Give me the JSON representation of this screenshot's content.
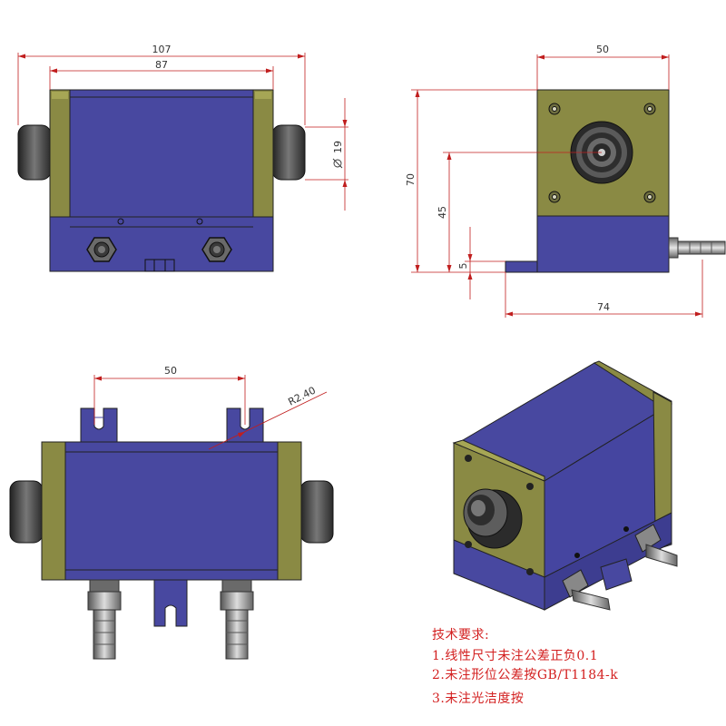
{
  "colors": {
    "body_blue": "#4848a0",
    "body_blue_dark": "#3a3a8a",
    "end_olive": "#8a8a44",
    "dimension_red": "#c01e1e",
    "note_red": "#d32020",
    "metal_gray": "#8a8a8a"
  },
  "dimensions": {
    "front_overall": "107",
    "front_body": "87",
    "nozzle_dia": "19",
    "side_width": "50",
    "side_height": "70",
    "side_center": "45",
    "side_base": "5",
    "side_base_width": "74",
    "top_slot_spacing": "50",
    "top_slot_radius": "R2.40"
  },
  "notes": {
    "title": "技术要求:",
    "items": [
      "1.线性尺寸未注公差正负0.1",
      "2.未注形位公差按GB/T1184-k",
      "3.未注光洁度按"
    ]
  },
  "icons": [
    "diameter-symbol-icon"
  ]
}
